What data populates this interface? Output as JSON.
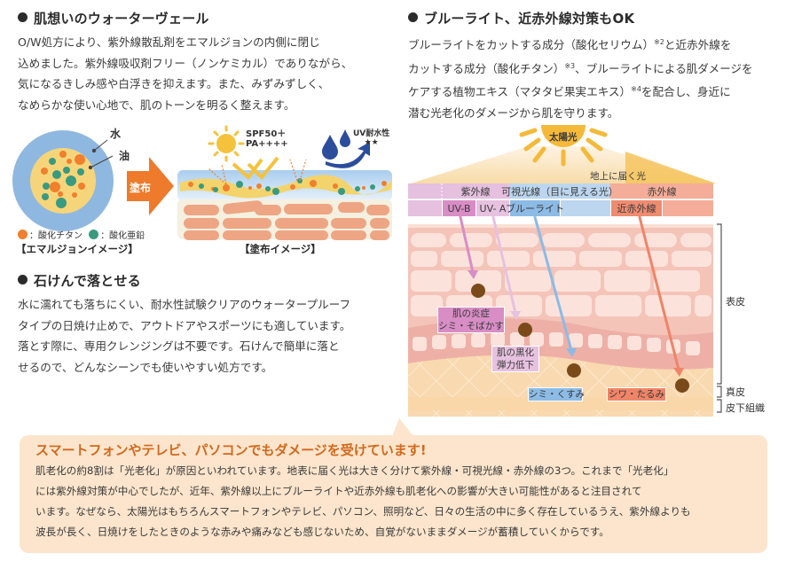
{
  "sections": {
    "water_veil": {
      "title": "肌想いのウォーターヴェール",
      "lines": [
        "O/W処方により、紫外線散乱剤をエマルジョンの内側に閉じ",
        "込めました。紫外線吸収剤フリー（ノンケミカル）でありながら、",
        "気になるきしみ感や白浮きを抑えます。また、みずみずしく、",
        "なめらかな使い心地で、肌のトーンを明るく整えます。"
      ]
    },
    "soap": {
      "title": "石けんで落とせる",
      "lines": [
        "水に濡れても落ちにくい、耐水性試験クリアのウォータープルーフ",
        "タイプの日焼け止めで、アウトドアやスポーツにも適しています。",
        "落とす際に、専用クレンジングは不要です。石けんで簡単に落と",
        "せるので、どんなシーンでも使いやすい処方です。"
      ]
    },
    "bluelight": {
      "title": "ブルーライト、近赤外線対策もOK",
      "lines": [
        [
          "ブルーライトをカットする成分（酸化セリウム）",
          "※2",
          "と近赤外線を"
        ],
        [
          "カットする成分（酸化チタン）",
          "※3",
          "、ブルーライトによる肌ダメージを"
        ],
        [
          "ケアする植物エキス（マタタビ果実エキス）",
          "※4",
          "を配合し、身近に"
        ],
        [
          "潜む光老化のダメージから肌を守ります。",
          "",
          ""
        ]
      ]
    }
  },
  "emulsion_diagram": {
    "label_water": "水",
    "label_oil": "油",
    "legend_titanium": "：酸化チタン",
    "legend_zinc": "：酸化亜鉛",
    "caption": "【エマルジョンイメージ】",
    "arrow_label": "塗布",
    "colors": {
      "water": "#8fb8e0",
      "oil": "#f6d57a",
      "titanium": "#f07f2e",
      "zinc": "#3a9a80",
      "arrow": "#ee7a2c"
    }
  },
  "application_diagram": {
    "spf": "SPF50＋",
    "pa": "PA++++",
    "uv_water": "UV耐水性",
    "stars": "★★",
    "caption": "【塗布イメージ】"
  },
  "skin_diagram": {
    "sun_label": "太陽光",
    "ground_light_label": "地上に届く光",
    "bands_top": [
      {
        "label": "紫外線",
        "color": "#e5c0df"
      },
      {
        "label": "可視光線（目に見える光）",
        "color": "#bcd6ef"
      },
      {
        "label": "赤外線",
        "color": "#f4ad98"
      }
    ],
    "bands_bottom": [
      {
        "label": "UV-B",
        "color": "#d88dc5"
      },
      {
        "label": "UV- A",
        "color": "#e7c1e0"
      },
      {
        "label": "ブルーライト",
        "color": "#8cbbe6"
      },
      {
        "label": "近赤外線",
        "color": "#ee8b70"
      }
    ],
    "effects": [
      {
        "line1": "肌の炎症",
        "line2": "シミ・そばかす",
        "color": "#d88dc5"
      },
      {
        "line1": "肌の黒化",
        "line2": "弾力低下",
        "color": "#e7c1e0"
      },
      {
        "line1": "シミ・くすみ",
        "line2": "",
        "color": "#8cbbe6"
      },
      {
        "line1": "シワ・たるみ",
        "line2": "",
        "color": "#ef8468"
      }
    ],
    "layers": [
      "表皮",
      "真皮",
      "皮下組織"
    ]
  },
  "callout": {
    "title": "スマートフォンやテレビ、パソコンでもダメージを受けています!",
    "lines": [
      "肌老化の約8割は「光老化」が原因といわれています。地表に届く光は大きく分けて紫外線・可視光線・赤外線の3つ。これまで「光老化」",
      "には紫外線対策が中心でしたが、近年、紫外線以上にブルーライトや近赤外線も肌老化への影響が大きい可能性があると注目されて",
      "います。なぜなら、太陽光はもちろんスマートフォンやテレビ、パソコン、照明など、日々の生活の中に多く存在しているうえ、紫外線よりも",
      "波長が長く、日焼けをしたときのような赤みや痛みなども感じないため、自覚がないままダメージが蓄積していくからです。"
    ],
    "colors": {
      "background": "#fce5cc",
      "title": "#d2691e"
    }
  }
}
